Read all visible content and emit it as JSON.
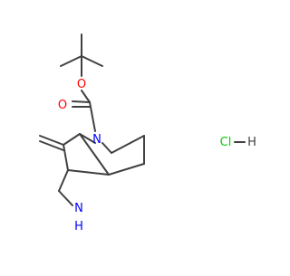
{
  "molecule": {
    "atoms": {
      "o_ether": "O",
      "o_carbonyl": "O",
      "n_bridge": "N",
      "amine_n": "N",
      "amine_h": "H"
    },
    "salt": {
      "cl": "Cl",
      "h": "H"
    }
  },
  "colors": {
    "bond": "#404040",
    "oxygen": "#ff0000",
    "nitrogen": "#0000ff",
    "chlorine": "#00cc00",
    "hydrogen": "#404040"
  }
}
